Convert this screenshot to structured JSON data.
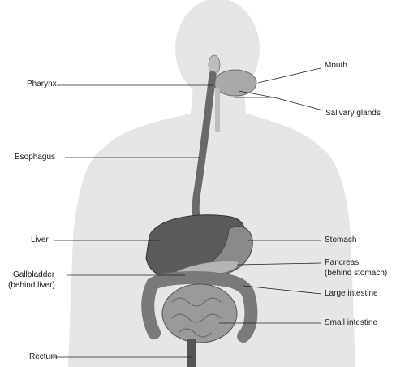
{
  "diagram": {
    "labels": {
      "mouth": "Mouth",
      "pharynx": "Pharynx",
      "salivary_glands": "Salivary glands",
      "esophagus": "Esophagus",
      "liver": "Liver",
      "stomach": "Stomach",
      "pancreas_line1": "Pancreas",
      "pancreas_line2": "(behind stomach)",
      "gallbladder_line1": "Gallbladder",
      "gallbladder_line2": "(behind liver)",
      "large_intestine": "Large intestine",
      "small_intestine": "Small intestine",
      "rectum": "Rectum"
    },
    "colors": {
      "body_silhouette": "#e6e6e6",
      "organ_dark": "#5a5a5a",
      "organ_mid": "#8a8a8a",
      "organ_light": "#b4b4b4",
      "leader_line": "#222222"
    }
  }
}
